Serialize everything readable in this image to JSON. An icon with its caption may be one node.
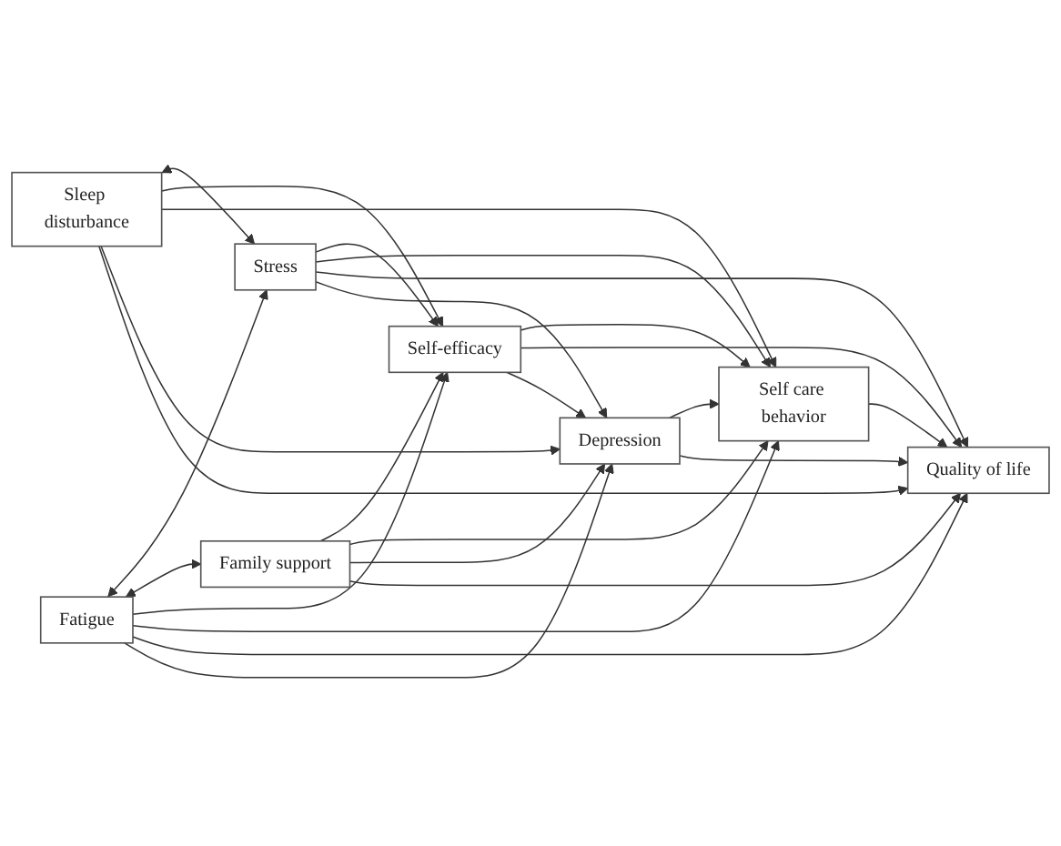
{
  "diagram": {
    "nodes": [
      {
        "text": [
          "Sleep disturbance"
        ]
      },
      {
        "text": [
          "Stress"
        ]
      },
      {
        "text": [
          "Fatigue"
        ]
      },
      {
        "text": [
          "Family support"
        ]
      },
      {
        "text": [
          "Self-efficacy"
        ]
      },
      {
        "text": [
          "Self care behavior"
        ]
      },
      {
        "text": [
          "Depression"
        ]
      },
      {
        "text": [
          "Quality of life"
        ]
      }
    ],
    "edges": [
      {
        "from": 0,
        "to": 1,
        "arrow": "both"
      },
      {
        "from": 2,
        "to": 1,
        "arrow": "both"
      },
      {
        "from": 2,
        "to": 3,
        "arrow": "both"
      },
      {
        "from": 0,
        "to": 4,
        "arrow": "to"
      },
      {
        "from": 0,
        "to": 5,
        "arrow": "to"
      },
      {
        "from": 0,
        "to": 6,
        "arrow": "to"
      },
      {
        "from": 0,
        "to": 7,
        "arrow": "to"
      },
      {
        "from": 1,
        "to": 4,
        "arrow": "to"
      },
      {
        "from": 1,
        "to": 5,
        "arrow": "to"
      },
      {
        "from": 1,
        "to": 7,
        "arrow": "to"
      },
      {
        "from": 1,
        "to": 6,
        "arrow": "to"
      },
      {
        "from": 2,
        "to": 4,
        "arrow": "to"
      },
      {
        "from": 2,
        "to": 5,
        "arrow": "to"
      },
      {
        "from": 2,
        "to": 7,
        "arrow": "to"
      },
      {
        "from": 2,
        "to": 6,
        "arrow": "to"
      },
      {
        "from": 3,
        "to": 4,
        "arrow": "to"
      },
      {
        "from": 3,
        "to": 5,
        "arrow": "to"
      },
      {
        "from": 3,
        "to": 6,
        "arrow": "to"
      },
      {
        "from": 3,
        "to": 7,
        "arrow": "to"
      },
      {
        "from": 4,
        "to": 5,
        "arrow": "to"
      },
      {
        "from": 4,
        "to": 7,
        "arrow": "to"
      },
      {
        "from": 4,
        "to": 6,
        "arrow": "to"
      },
      {
        "from": 6,
        "to": 5,
        "arrow": "to"
      },
      {
        "from": 6,
        "to": 7,
        "arrow": "to"
      },
      {
        "from": 5,
        "to": 7,
        "arrow": "to"
      }
    ]
  }
}
